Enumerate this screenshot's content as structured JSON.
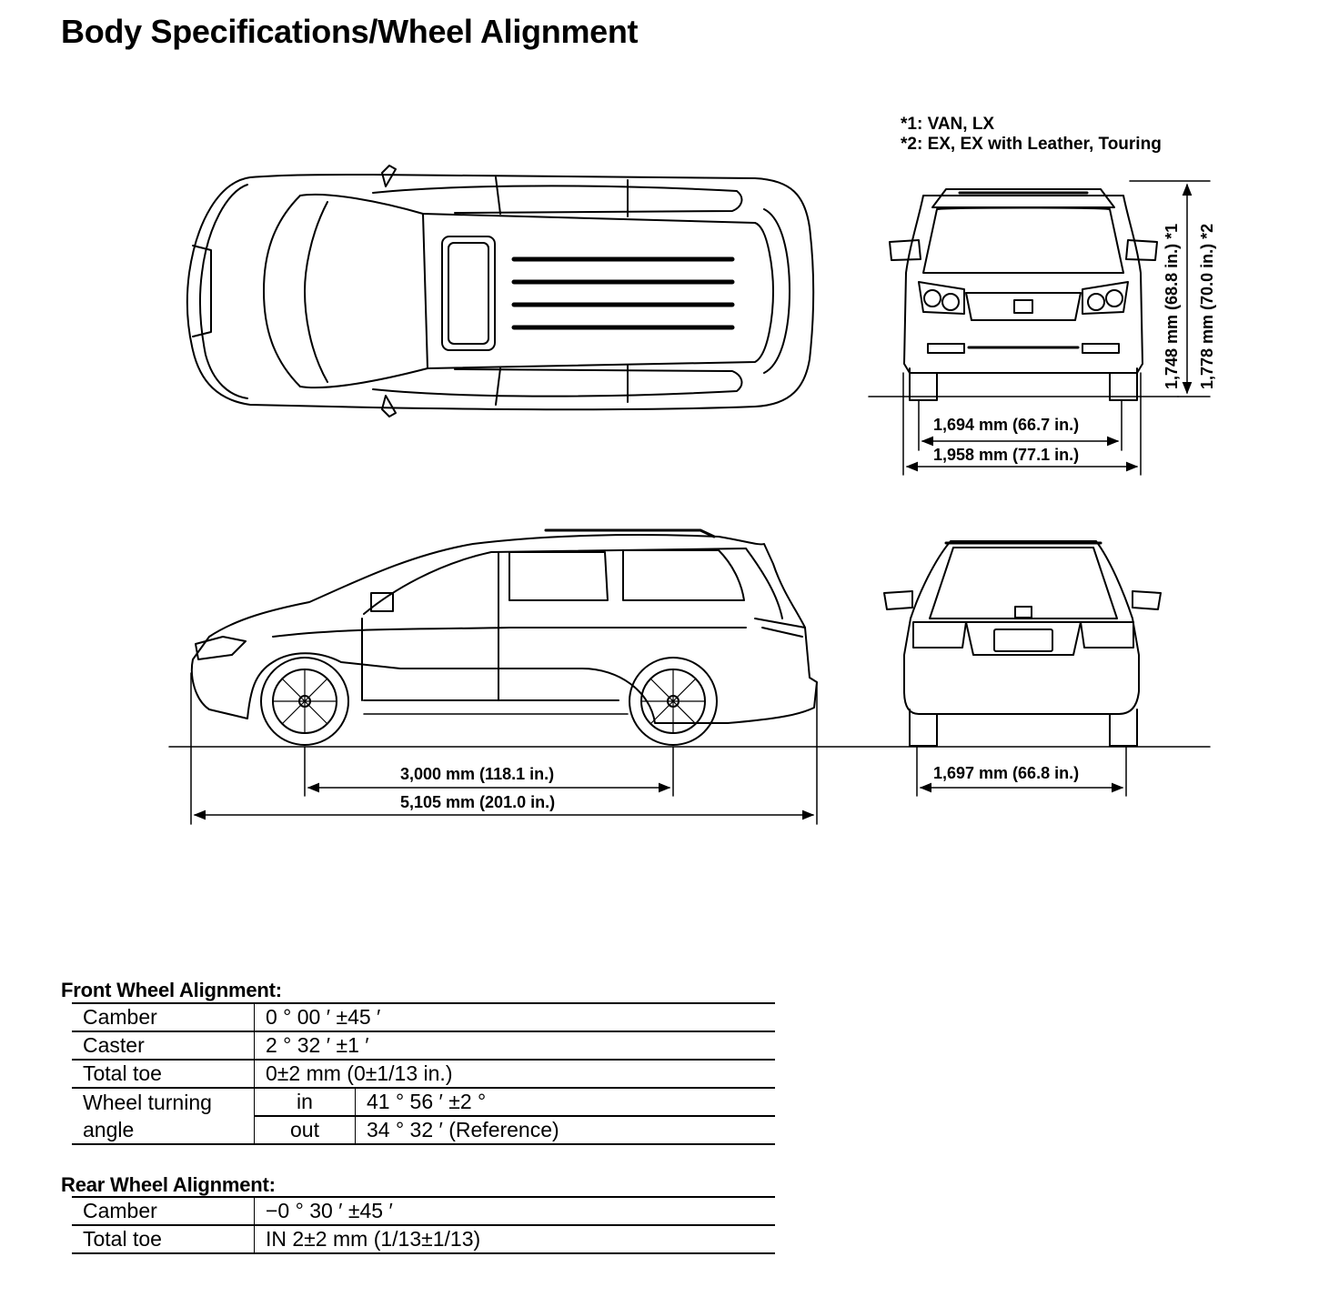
{
  "title": "Body Specifications/Wheel Alignment",
  "notes": {
    "n1": "*1: VAN, LX",
    "n2": "*2: EX, EX with Leather, Touring"
  },
  "dimensions": {
    "front_track": "1,694 mm (66.7 in.)",
    "overall_width": "1,958 mm (77.1 in.)",
    "height_1": "1,748 mm (68.8 in.) *1",
    "height_2": "1,778 mm (70.0 in.) *2",
    "wheelbase": "3,000 mm (118.1 in.)",
    "overall_length": "5,105 mm (201.0 in.)",
    "rear_track": "1,697 mm (66.8 in.)"
  },
  "front_alignment": {
    "title": "Front Wheel Alignment:",
    "camber_label": "Camber",
    "camber_value": "0 ° 00 ′ ±45 ′",
    "caster_label": "Caster",
    "caster_value": "2 ° 32 ′ ±1 ′",
    "toe_label": "Total toe",
    "toe_value": "0±2 mm (0±1/13 in.)",
    "turning_label_1": "Wheel turning",
    "turning_label_2": "angle",
    "in_label": "in",
    "in_value": "41 ° 56 ′ ±2 °",
    "out_label": "out",
    "out_value": "34 ° 32 ′ (Reference)"
  },
  "rear_alignment": {
    "title": "Rear Wheel Alignment:",
    "camber_label": "Camber",
    "camber_value": "−0 ° 30 ′ ±45 ′",
    "toe_label": "Total toe",
    "toe_value": "IN 2±2 mm (1/13±1/13)"
  }
}
